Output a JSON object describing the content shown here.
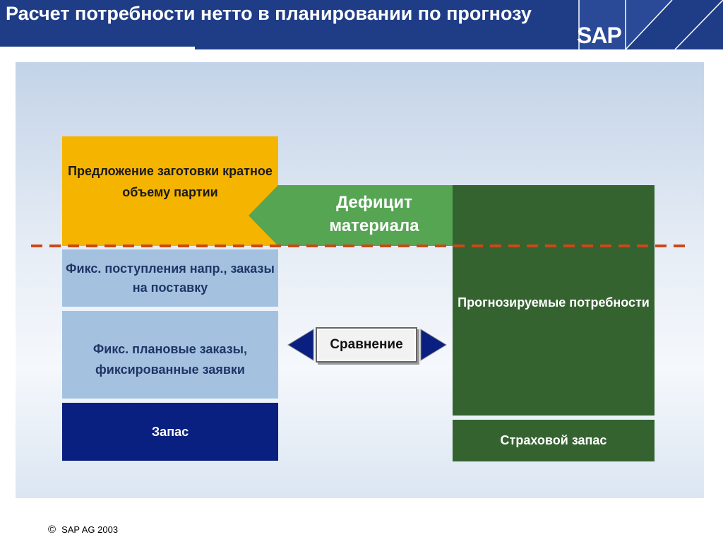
{
  "header": {
    "title": "Расчет потребности нетто в планировании по прогнозу",
    "logo_text": "SAP"
  },
  "diagram": {
    "left_column": {
      "offer": "Предложение заготовки кратное объему партии",
      "fixed_receipts": "Фикс. поступления напр., заказы на поставку",
      "fixed_orders": "Фикс. плановые заказы, фиксированные заявки",
      "stock": "Запас"
    },
    "right_column": {
      "forecast_requirements": "Прогнозируемые потребности",
      "safety_stock": "Страховой запас"
    },
    "deficit_label": "Дефицит материала",
    "compare_label": "Сравнение"
  },
  "colors": {
    "header_blue": "#1f3d87",
    "offer_yellow": "#f5b400",
    "receipts_light_blue": "#a4c2e0",
    "stock_navy": "#0a2080",
    "forecast_green": "#356330",
    "deficit_green": "#55a552",
    "dashed_line_red": "#c84a1a"
  },
  "footer": {
    "copyright_symbol": "©",
    "text": "SAP AG 2003"
  }
}
